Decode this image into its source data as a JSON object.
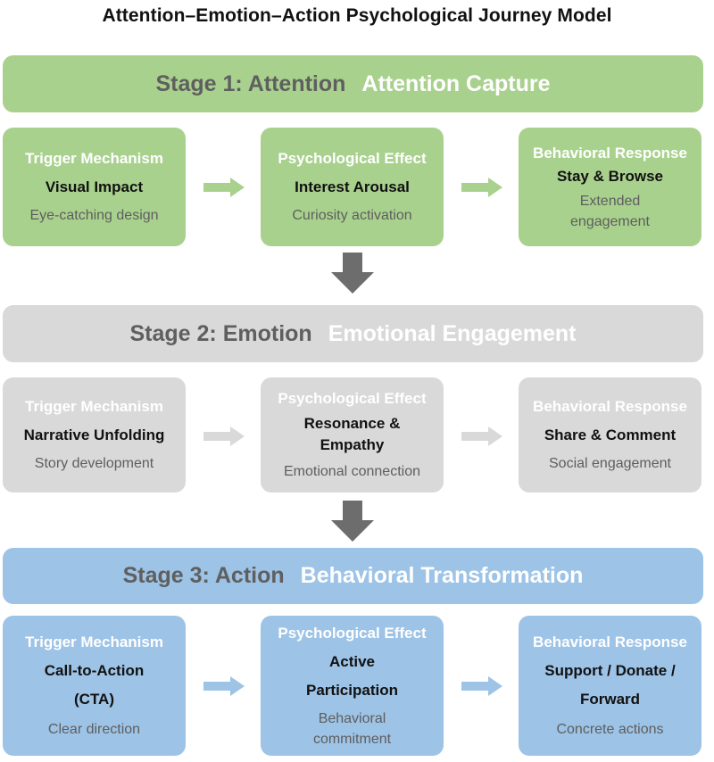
{
  "title": "Attention–Emotion–Action Psychological Journey Model",
  "colors": {
    "stage1": "#a9d18e",
    "stage2": "#d9d9d9",
    "stage3": "#9dc3e6",
    "down_arrow": "#6d6d6d"
  },
  "stages": [
    {
      "label": "Stage 1: Attention",
      "subtitle": "Attention Capture",
      "cards": [
        {
          "heading": "Trigger Mechanism",
          "main": "Visual Impact",
          "desc": "Eye-catching design"
        },
        {
          "heading": "Psychological Effect",
          "main": "Interest Arousal",
          "desc": "Curiosity activation"
        },
        {
          "heading": "Behavioral Response",
          "main": "Stay & Browse",
          "desc": "Extended engagement"
        }
      ]
    },
    {
      "label": "Stage 2: Emotion",
      "subtitle": "Emotional Engagement",
      "cards": [
        {
          "heading": "Trigger Mechanism",
          "main": "Narrative Unfolding",
          "desc": "Story development"
        },
        {
          "heading": "Psychological Effect",
          "main": "Resonance & Empathy",
          "desc": "Emotional connection"
        },
        {
          "heading": "Behavioral Response",
          "main": "Share & Comment",
          "desc": "Social engagement"
        }
      ]
    },
    {
      "label": "Stage 3: Action",
      "subtitle": "Behavioral Transformation",
      "cards": [
        {
          "heading": "Trigger Mechanism",
          "main": "Call-to-Action (CTA)",
          "desc": "Clear direction"
        },
        {
          "heading": "Psychological Effect",
          "main": "Active Participation",
          "desc": "Behavioral commitment"
        },
        {
          "heading": "Behavioral Response",
          "main": "Support / Donate / Forward",
          "desc": "Concrete actions"
        }
      ]
    }
  ]
}
